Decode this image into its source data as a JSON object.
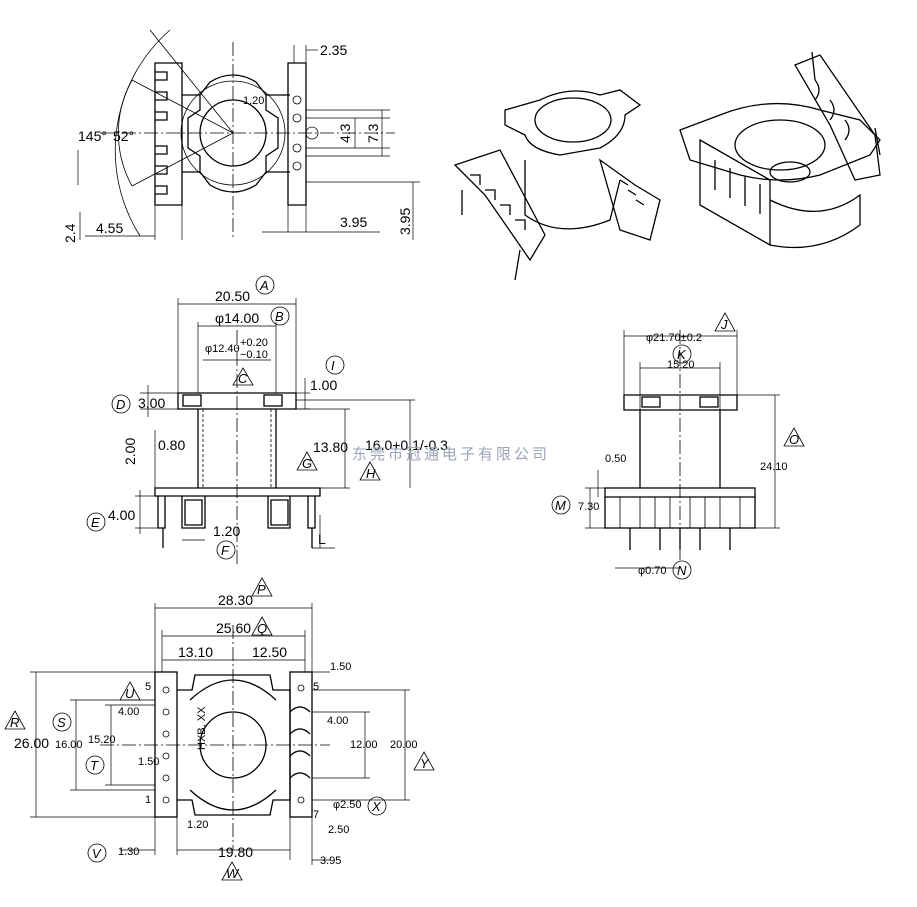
{
  "watermark": "东莞市冠通电子有限公司",
  "top_view": {
    "dims": [
      "2.35",
      "1.20",
      "145°",
      "52°",
      "4.3",
      "7.3",
      "2.4",
      "4.55",
      "3.95",
      "3.95"
    ]
  },
  "front_view": {
    "dims": [
      "20.50",
      "φ14.00",
      "φ12.40",
      "+0.20",
      "−0.10",
      "1.00",
      "3.00",
      "2.00",
      "0.80",
      "13.80",
      "16.0+0.1/-0.3",
      "4.00",
      "1.20",
      "L"
    ],
    "labels": [
      "A",
      "B",
      "C",
      "D",
      "E",
      "F",
      "G",
      "H",
      "I"
    ]
  },
  "side_view": {
    "dims": [
      "φ21.70±0.2",
      "15.20",
      "24.10",
      "0.50",
      "7.30",
      "φ0.70"
    ],
    "labels": [
      "J",
      "K",
      "M",
      "N",
      "O"
    ]
  },
  "bottom_view": {
    "dims": [
      "28.30",
      "25.60",
      "13.10",
      "12.50",
      "1.50",
      "4.00",
      "26.00",
      "16.00",
      "15.20",
      "1.50",
      "4.00",
      "12.00",
      "20.00",
      "φ2.50",
      "1.20",
      "2.50",
      "1.30",
      "19.80",
      "3.95"
    ],
    "labels": [
      "P",
      "Q",
      "R",
      "S",
      "T",
      "U",
      "V",
      "W",
      "X",
      "Y"
    ],
    "pins": [
      "5",
      "1",
      "5",
      "7"
    ],
    "marking": "HXB, XX"
  }
}
